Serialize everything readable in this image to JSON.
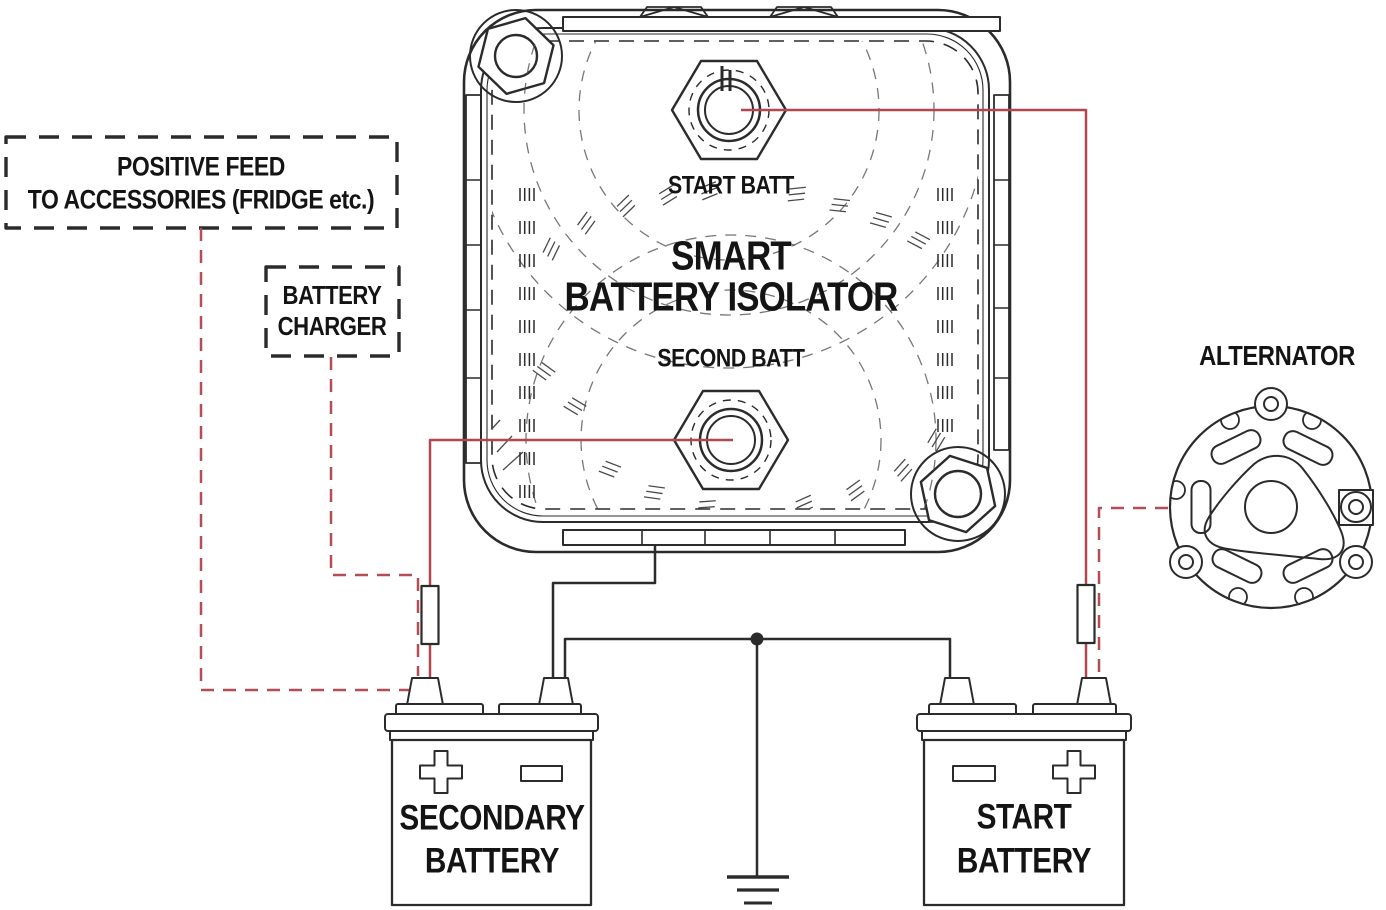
{
  "colors": {
    "background": "#ffffff",
    "line": "#2b2b2b",
    "wire_positive": "#b2484d",
    "wire_positive_dashed": "#b44e56"
  },
  "boxes": {
    "positive_feed": {
      "line1": "POSITIVE FEED",
      "line2": "TO ACCESSORIES (FRIDGE etc.)"
    },
    "battery_charger": {
      "line1": "BATTERY",
      "line2": "CHARGER"
    }
  },
  "isolator": {
    "terminal_top": "START BATT",
    "title_line1": "SMART",
    "title_line2": "BATTERY ISOLATOR",
    "terminal_bottom": "SECOND BATT"
  },
  "alternator": {
    "label": "ALTERNATOR"
  },
  "batteries": {
    "secondary": {
      "line1": "SECONDARY",
      "line2": "BATTERY"
    },
    "start": {
      "line1": "START",
      "line2": "BATTERY"
    }
  }
}
